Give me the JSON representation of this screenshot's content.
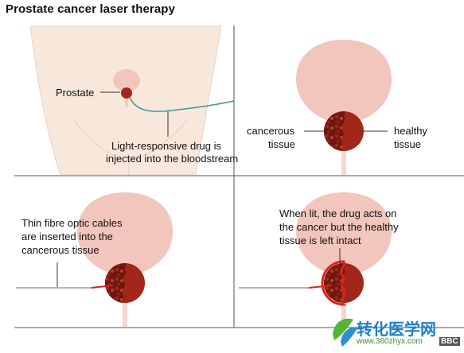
{
  "title": "Prostate cancer laser therapy",
  "panels": [
    {
      "labels": {
        "prostate": "Prostate",
        "drug_line1": "Light-responsive drug is",
        "drug_line2": "injected into the bloodstream"
      }
    },
    {
      "labels": {
        "cancerous_line1": "cancerous",
        "cancerous_line2": "tissue",
        "healthy_line1": "healthy",
        "healthy_line2": "tissue"
      }
    },
    {
      "labels": {
        "line1": "Thin fibre optic cables",
        "line2": "are inserted into the",
        "line3": "cancerous tissue"
      }
    },
    {
      "labels": {
        "line1": "When lit, the drug acts on",
        "line2": "the cancer but the healthy",
        "line3": "tissue is left intact"
      }
    }
  ],
  "watermark": {
    "brand": "转化医学网",
    "url": "www.360zhyx.com",
    "source": "BBC"
  },
  "colors": {
    "skin": "#f8e8dc",
    "bladder": "#f2c5bd",
    "prostate_red": "#a0271a",
    "tumor_dark": "#6e1610",
    "urethra": "#f4d6d0",
    "divider": "#555555",
    "needle_red": "#e01f1f",
    "drug_line": "#3f9aa3"
  }
}
